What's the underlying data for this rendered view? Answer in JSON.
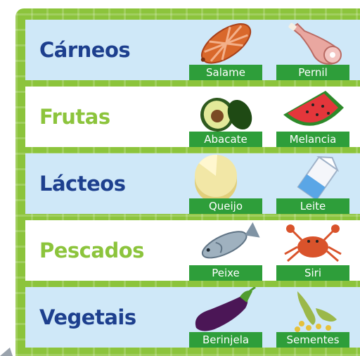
{
  "categories": [
    {
      "title": "Cárneos",
      "items": [
        {
          "label": "Salame",
          "icon": "salami-icon"
        },
        {
          "label": "Pernil",
          "icon": "ham-leg-icon"
        }
      ]
    },
    {
      "title": "Frutas",
      "items": [
        {
          "label": "Abacate",
          "icon": "avocado-icon"
        },
        {
          "label": "Melancia",
          "icon": "watermelon-icon"
        }
      ]
    },
    {
      "title": "Lácteos",
      "items": [
        {
          "label": "Queijo",
          "icon": "cheese-icon"
        },
        {
          "label": "Leite",
          "icon": "milk-carton-icon"
        }
      ]
    },
    {
      "title": "Pescados",
      "items": [
        {
          "label": "Peixe",
          "icon": "fish-icon"
        },
        {
          "label": "Siri",
          "icon": "crab-icon"
        }
      ]
    },
    {
      "title": "Vegetais",
      "items": [
        {
          "label": "Berinjela",
          "icon": "eggplant-icon"
        },
        {
          "label": "Sementes",
          "icon": "seeds-icon"
        }
      ]
    }
  ],
  "colors": {
    "board_green": "#8cc43c",
    "label_green": "#2e9e3a",
    "row_blue": "#cfe8f8",
    "title_navy": "#1d3f8e",
    "title_green": "#8cc43c"
  }
}
